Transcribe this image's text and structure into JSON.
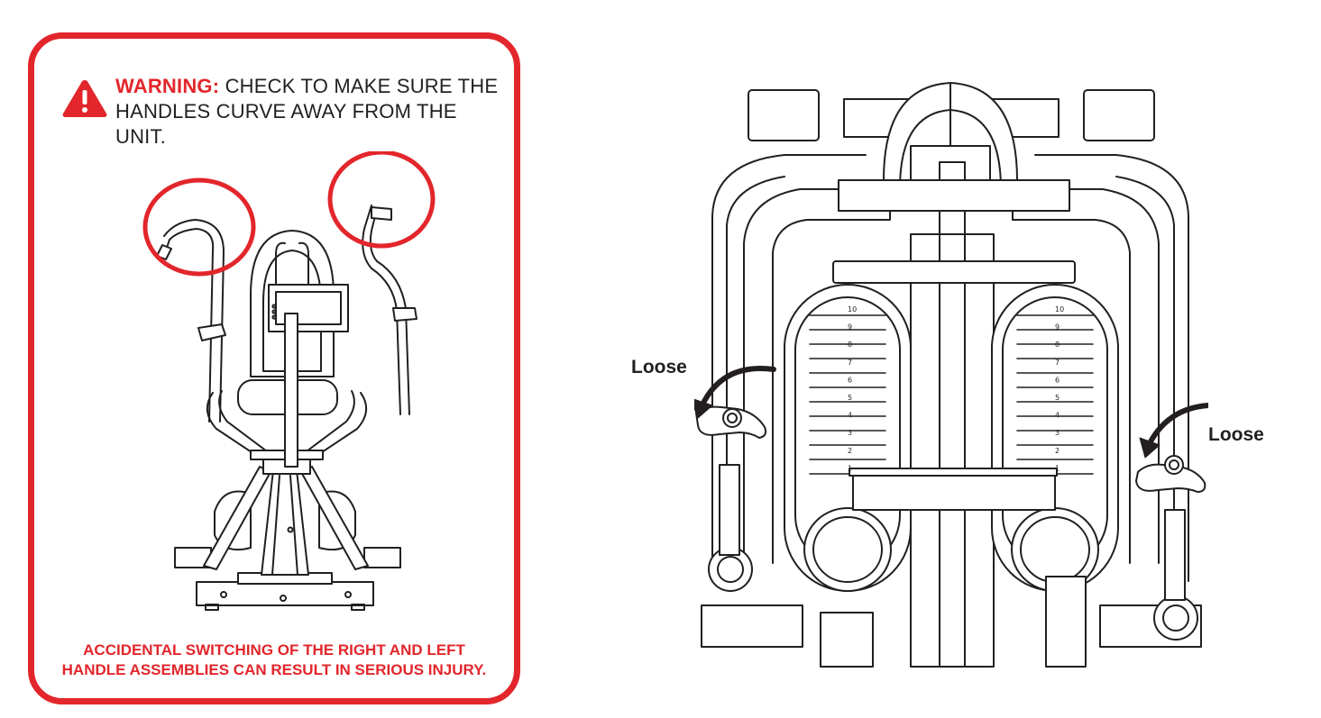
{
  "warning": {
    "label": "WARNING:",
    "line1_rest": " CHECK TO MAKE SURE THE",
    "line2": "HANDLES CURVE AWAY FROM THE UNIT."
  },
  "caution": {
    "line1": "ACCIDENTAL SWITCHING OF THE RIGHT AND LEFT",
    "line2": "HANDLE ASSEMBLIES CAN RESULT IN SERIOUS INJURY."
  },
  "callouts": {
    "left": "Loose",
    "right": "Loose"
  },
  "weight_scale": [
    "10",
    "9",
    "8",
    "7",
    "6",
    "5",
    "4",
    "3",
    "2",
    "1"
  ],
  "colors": {
    "accent_red": "#e2262b",
    "line": "#231f20"
  }
}
